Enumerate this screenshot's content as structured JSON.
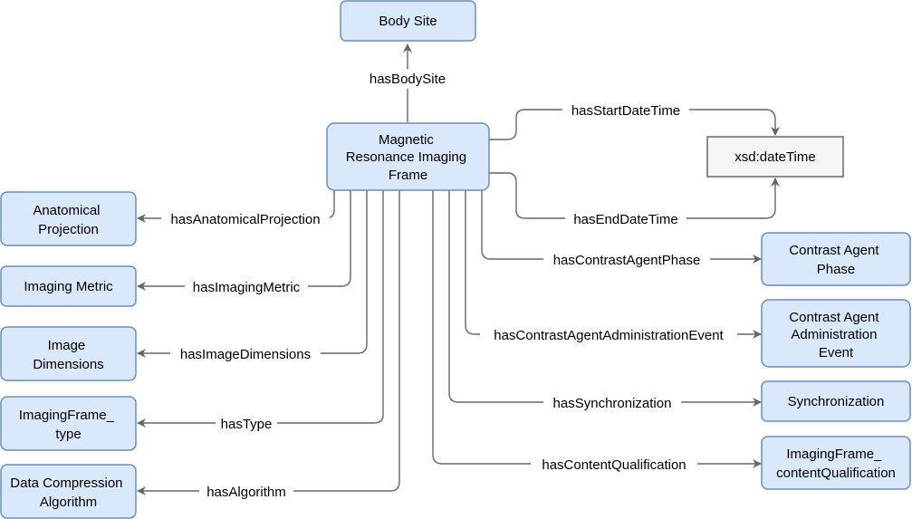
{
  "colors": {
    "node_fill": "#dae8fc",
    "node_stroke": "#6c8ebf",
    "literal_fill": "#f5f5f5",
    "literal_stroke": "#666666",
    "edge_stroke": "#666666"
  },
  "nodes": {
    "body_site": "Body Site",
    "mri_frame": [
      "Magnetic",
      "Resonance Imaging",
      "Frame"
    ],
    "xsd_datetime": "xsd:dateTime",
    "anatomical_projection": [
      "Anatomical",
      "Projection"
    ],
    "imaging_metric": "Imaging Metric",
    "image_dimensions": [
      "Image",
      "Dimensions"
    ],
    "imagingframe_type": [
      "ImagingFrame_",
      "type"
    ],
    "data_compression_algorithm": [
      "Data Compression",
      "Algorithm"
    ],
    "contrast_agent_phase": [
      "Contrast Agent",
      "Phase"
    ],
    "contrast_agent_administration_event": [
      "Contrast Agent",
      "Administration",
      "Event"
    ],
    "synchronization": "Synchronization",
    "imagingframe_content_qualification": [
      "ImagingFrame_",
      "contentQualification"
    ]
  },
  "edges": {
    "has_body_site": "hasBodySite",
    "has_start_date_time": "hasStartDateTime",
    "has_end_date_time": "hasEndDateTime",
    "has_anatomical_projection": "hasAnatomicalProjection",
    "has_imaging_metric": "hasImagingMetric",
    "has_image_dimensions": "hasImageDimensions",
    "has_type": "hasType",
    "has_algorithm": "hasAlgorithm",
    "has_contrast_agent_phase": "hasContrastAgentPhase",
    "has_contrast_agent_administration_event": "hasContrastAgentAdministrationEvent",
    "has_synchronization": "hasSynchronization",
    "has_content_qualification": "hasContentQualification"
  }
}
